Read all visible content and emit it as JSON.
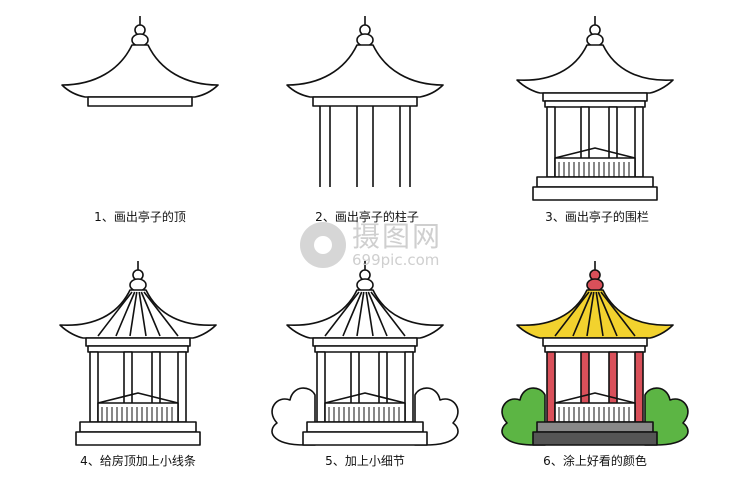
{
  "steps": [
    {
      "caption": "1、画出亭子的顶",
      "stage": 1
    },
    {
      "caption": "2、画出亭子的柱子",
      "stage": 2
    },
    {
      "caption": "3、画出亭子的围栏",
      "stage": 3
    },
    {
      "caption": "4、给房顶加上小线条",
      "stage": 4
    },
    {
      "caption": "5、加上小细节",
      "stage": 5
    },
    {
      "caption": "6、涂上好看的颜色",
      "stage": 6
    }
  ],
  "watermark": {
    "name": "摄图网",
    "url": "699pic.com"
  },
  "colors": {
    "roof": "#f2d22e",
    "finial": "#d9505a",
    "pillar": "#d9505a",
    "base": "#555555",
    "bush": "#5cb544",
    "line": "#111111"
  }
}
